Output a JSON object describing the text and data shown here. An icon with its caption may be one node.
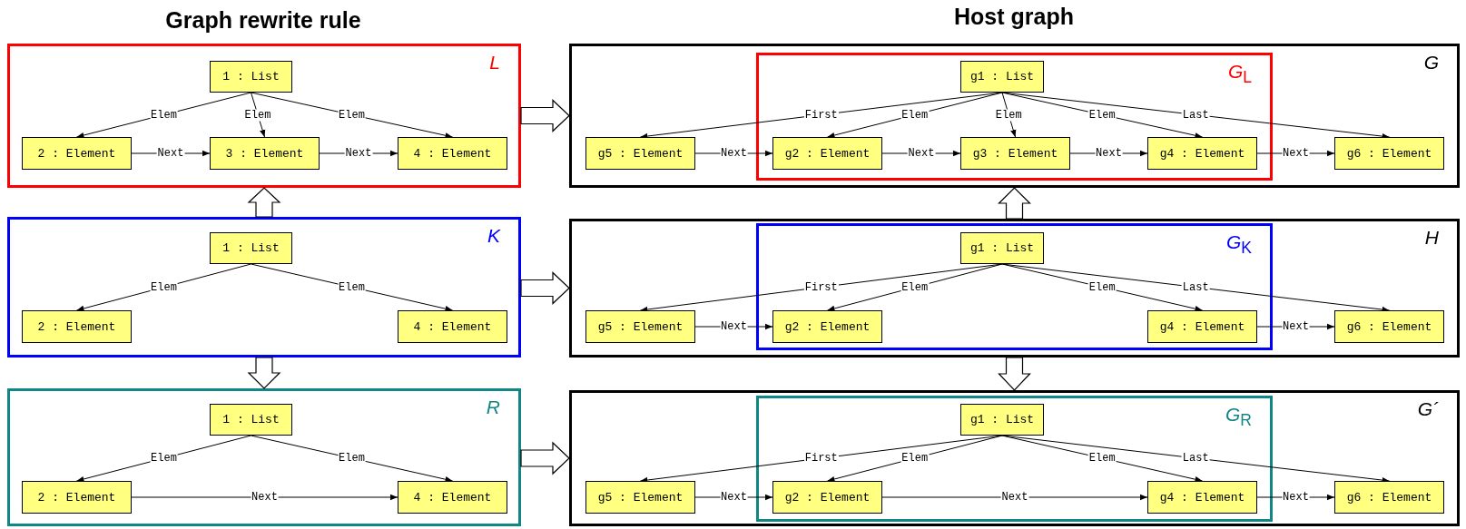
{
  "diagram": {
    "nodes": [
      {
        "text": [
          "L"
        ]
      },
      {
        "text": [
          "1 : List"
        ],
        "in": 0
      },
      {
        "text": [
          "2 : Element"
        ],
        "in": 0
      },
      {
        "text": [
          "3 : Element"
        ],
        "in": 0
      },
      {
        "text": [
          "4 : Element"
        ],
        "in": 0
      },
      {
        "text": [
          "G"
        ]
      },
      {
        "text": [
          "*G*$_{L}$"
        ],
        "in": 5
      },
      {
        "text": [
          "g1 : List"
        ],
        "in": 6
      },
      {
        "text": [
          "g5 : Element"
        ],
        "in": 5
      },
      {
        "text": [
          "g2 : Element"
        ],
        "in": 6
      },
      {
        "text": [
          "g3 : Element"
        ],
        "in": 6
      },
      {
        "text": [
          "g4 : Element"
        ],
        "in": 6
      },
      {
        "text": [
          "g6 : Element"
        ],
        "in": 5
      },
      {
        "text": [
          "K"
        ]
      },
      {
        "text": [
          "1 : List"
        ],
        "in": 13
      },
      {
        "text": [
          "2 : Element"
        ],
        "in": 13
      },
      {
        "text": [
          "4 : Element"
        ],
        "in": 13
      },
      {
        "text": [
          "H"
        ]
      },
      {
        "text": [
          "*G*$_{K}$"
        ],
        "in": 17
      },
      {
        "text": [
          "g1 : List"
        ],
        "in": 18
      },
      {
        "text": [
          "g5 : Element"
        ],
        "in": 17
      },
      {
        "text": [
          "g2 : Element"
        ],
        "in": 18
      },
      {
        "text": [
          "g4 : Element"
        ],
        "in": 18
      },
      {
        "text": [
          "g6 : Element"
        ],
        "in": 17
      },
      {
        "text": [
          "R"
        ]
      },
      {
        "text": [
          "1 : List"
        ],
        "in": 24
      },
      {
        "text": [
          "2 : Element"
        ],
        "in": 24
      },
      {
        "text": [
          "4 : Element"
        ],
        "in": 24
      },
      {
        "text": [
          "G´"
        ]
      },
      {
        "text": [
          "*G*$_{R}$"
        ],
        "in": 28
      },
      {
        "text": [
          "g1 : List"
        ],
        "in": 29
      },
      {
        "text": [
          "g5 : Element"
        ],
        "in": 28
      },
      {
        "text": [
          "g2 : Element"
        ],
        "in": 29
      },
      {
        "text": [
          "g4 : Element"
        ],
        "in": 29
      },
      {
        "text": [
          "g6 : Element"
        ],
        "in": 28
      }
    ],
    "edges": [
      {
        "from": 1,
        "to": 2,
        "arrow": "to",
        "label": "Elem"
      },
      {
        "from": 1,
        "to": 3,
        "arrow": "to",
        "label": "Elem"
      },
      {
        "from": 1,
        "to": 4,
        "arrow": "to",
        "label": "Elem"
      },
      {
        "from": 2,
        "to": 3,
        "arrow": "to",
        "label": "Next"
      },
      {
        "from": 3,
        "to": 4,
        "arrow": "to",
        "label": "Next"
      },
      {
        "from": 0,
        "to": 5,
        "arrow": "to",
        "style": "thick"
      },
      {
        "from": 7,
        "to": 8,
        "arrow": "to",
        "label": "First"
      },
      {
        "from": 7,
        "to": 9,
        "arrow": "to",
        "label": "Elem"
      },
      {
        "from": 7,
        "to": 10,
        "arrow": "to",
        "label": "Elem"
      },
      {
        "from": 7,
        "to": 11,
        "arrow": "to",
        "label": "Elem"
      },
      {
        "from": 7,
        "to": 12,
        "arrow": "to",
        "label": "Last"
      },
      {
        "from": 8,
        "to": 9,
        "arrow": "to",
        "label": "Next"
      },
      {
        "from": 9,
        "to": 10,
        "arrow": "to",
        "label": "Next"
      },
      {
        "from": 10,
        "to": 11,
        "arrow": "to",
        "label": "Next"
      },
      {
        "from": 11,
        "to": 12,
        "arrow": "to",
        "label": "Next"
      },
      {
        "from": 13,
        "to": 0,
        "arrow": "to",
        "style": "thick"
      },
      {
        "from": 17,
        "to": 5,
        "arrow": "to",
        "style": "thick"
      },
      {
        "from": 14,
        "to": 15,
        "arrow": "to",
        "label": "Elem"
      },
      {
        "from": 14,
        "to": 16,
        "arrow": "to",
        "label": "Elem"
      },
      {
        "from": 13,
        "to": 17,
        "arrow": "to",
        "style": "thick"
      },
      {
        "from": 19,
        "to": 20,
        "arrow": "to",
        "label": "First"
      },
      {
        "from": 19,
        "to": 21,
        "arrow": "to",
        "label": "Elem"
      },
      {
        "from": 19,
        "to": 22,
        "arrow": "to",
        "label": "Elem"
      },
      {
        "from": 19,
        "to": 23,
        "arrow": "to",
        "label": "Last"
      },
      {
        "from": 20,
        "to": 21,
        "arrow": "to",
        "label": "Next"
      },
      {
        "from": 22,
        "to": 23,
        "arrow": "to",
        "label": "Next"
      },
      {
        "from": 13,
        "to": 24,
        "arrow": "to",
        "style": "thick"
      },
      {
        "from": 17,
        "to": 28,
        "arrow": "to",
        "style": "thick"
      },
      {
        "from": 25,
        "to": 26,
        "arrow": "to",
        "label": "Elem"
      },
      {
        "from": 25,
        "to": 27,
        "arrow": "to",
        "label": "Elem"
      },
      {
        "from": 26,
        "to": 27,
        "arrow": "to",
        "label": "Next"
      },
      {
        "from": 24,
        "to": 28,
        "arrow": "to",
        "style": "thick"
      },
      {
        "from": 30,
        "to": 31,
        "arrow": "to",
        "label": "First"
      },
      {
        "from": 30,
        "to": 32,
        "arrow": "to",
        "label": "Elem"
      },
      {
        "from": 30,
        "to": 33,
        "arrow": "to",
        "label": "Elem"
      },
      {
        "from": 30,
        "to": 34,
        "arrow": "to",
        "label": "Last"
      },
      {
        "from": 31,
        "to": 32,
        "arrow": "to",
        "label": "Next"
      },
      {
        "from": 32,
        "to": 33,
        "arrow": "to",
        "label": "Next"
      },
      {
        "from": 33,
        "to": 34,
        "arrow": "to",
        "label": "Next"
      }
    ],
    "labels": [
      "Graph rewrite rule",
      "Host graph"
    ]
  }
}
